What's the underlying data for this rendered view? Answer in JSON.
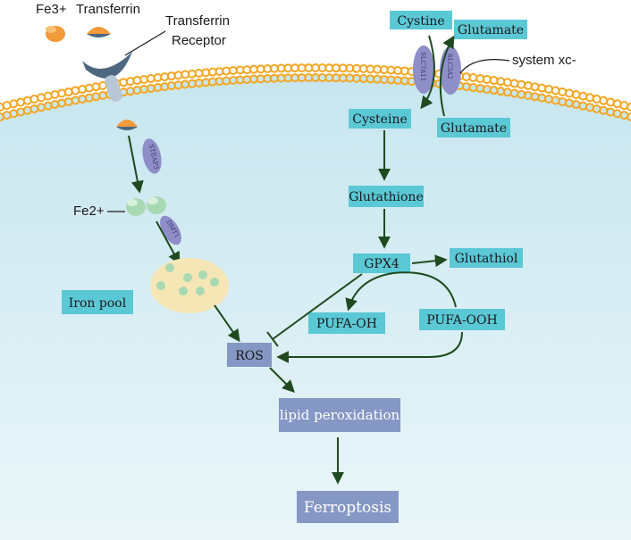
{
  "labels": {
    "fe3": "Fe3+",
    "transferrin": "Transferrin",
    "transferrin_receptor_line1": "Transferrin",
    "transferrin_receptor_line2": "Receptor",
    "fe2": "Fe2+",
    "system_xc": "system xc-",
    "steap3": "STEAP3",
    "dmt1": "DMT1",
    "slc7a11": "SLC7A11",
    "slc3a2": "SLC3A2"
  },
  "boxes": {
    "cystine": "Cystine",
    "glutamate_out": "Glutamate",
    "cysteine": "Cysteine",
    "glutamate_in": "Glutamate",
    "glutathione": "Glutathione",
    "gpx4": "GPX4",
    "glutathiol": "Glutathiol",
    "pufa_oh": "PUFA-OH",
    "pufa_ooh": "PUFA-OOH",
    "iron_pool": "Iron pool",
    "ros": "ROS",
    "lipid_peroxidation": "lipid peroxidation",
    "ferroptosis": "Ferroptosis"
  },
  "colors": {
    "cyan_box": "#5bc8d6",
    "slate_box": "#8597c4",
    "arrow": "#1f4a1f",
    "membrane": "#f5a623",
    "cytoplasm": "#d6eef5",
    "iron_pool": "#f7e6b5",
    "receptor": "#4d6780",
    "transporter": "#8e8ec9",
    "fe3": "#f39a3a",
    "fe2": "#a8d9b3"
  }
}
